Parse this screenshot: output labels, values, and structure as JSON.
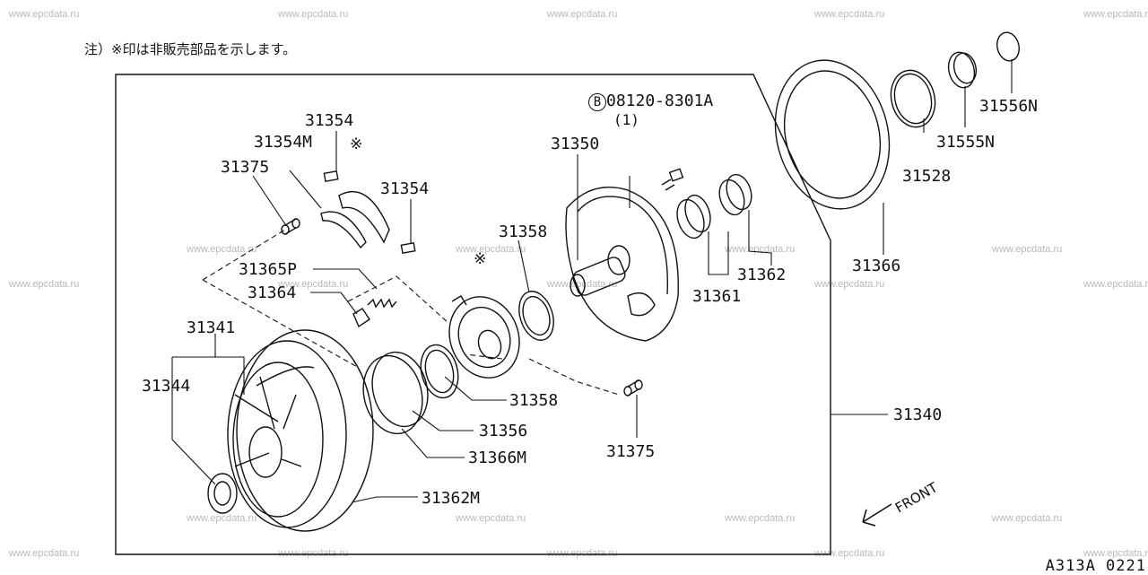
{
  "watermark": "www.epcdata.ru",
  "note": "注）※印は非販売部品を示します。",
  "diagram_code": "A313A 0221",
  "bolt_symbol": "B",
  "bolt_number": "08120-8301A",
  "bolt_qty": "(1)",
  "mark": "※",
  "front": "FRONT",
  "labels": {
    "p31354_top": "31354",
    "p31354M": "31354M",
    "p31375_top": "31375",
    "p31354_mid": "31354",
    "p31350": "31350",
    "p31358_top": "31358",
    "p31365P": "31365P",
    "p31364": "31364",
    "p31341": "31341",
    "p31344": "31344",
    "p31358_bot": "31358",
    "p31356": "31356",
    "p31366M": "31366M",
    "p31362M": "31362M",
    "p31375_bot": "31375",
    "p31361": "31361",
    "p31362": "31362",
    "p31366": "31366",
    "p31528": "31528",
    "p31555N": "31555N",
    "p31556N": "31556N",
    "p31340": "31340"
  }
}
